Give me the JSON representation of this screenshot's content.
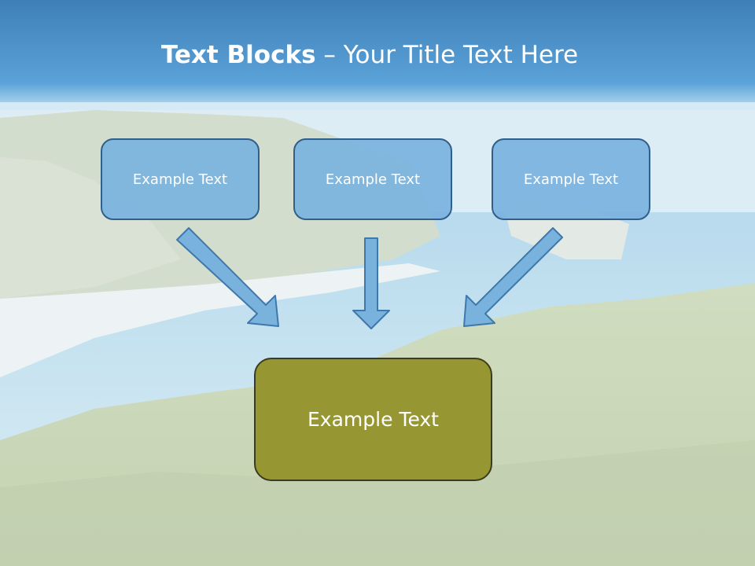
{
  "slide": {
    "title_bold": "Text Blocks",
    "title_dash": "–",
    "title_rest": "Your Title Text Here",
    "boxes": [
      {
        "label": "Example Text"
      },
      {
        "label": "Example Text"
      },
      {
        "label": "Example Text"
      }
    ],
    "target_box": {
      "label": "Example Text"
    }
  },
  "colors": {
    "sky_top": "#3f86c4",
    "box_fill": "#7ab2de",
    "box_border": "#2f5f8a",
    "target_fill": "#969733",
    "target_border": "#3c3c1a",
    "arrow_fill": "#7ab2de",
    "arrow_stroke": "#3f78aa"
  },
  "icons": [
    "arrow-down-right-icon",
    "arrow-down-icon",
    "arrow-down-left-icon"
  ]
}
